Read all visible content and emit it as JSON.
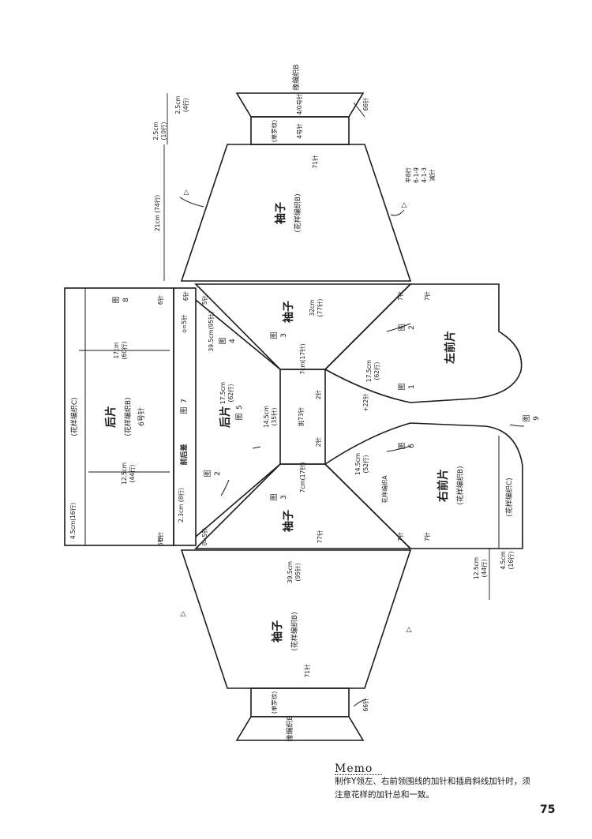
{
  "pieces": {
    "back": {
      "name": "后片",
      "pattern": "(花样编织B)",
      "needle": "6号针",
      "border": "(花样编织C)"
    },
    "front_back_diff": {
      "name": "前后差"
    },
    "back_upper": {
      "name": "后片"
    },
    "sleeve": {
      "name": "袖子",
      "pattern": "(花样编织B)"
    },
    "left_front": {
      "name": "左前片"
    },
    "right_front": {
      "name": "右前片",
      "pattern": "(花样编织B)",
      "border": "(花样编织C)"
    },
    "cuff": {
      "name": "缘编织B",
      "rib": "(单罗纹)",
      "n4": "4号针",
      "n40": "4/0号针"
    },
    "raglan": {
      "name": "袖子"
    }
  },
  "labels": {
    "tu": "图",
    "t1": "1",
    "t2": "2",
    "t3": "3",
    "t4": "4",
    "t5": "5",
    "t6": "6",
    "t7": "7",
    "t8": "8",
    "t9": "9",
    "pattern_a": "花样编织A",
    "pick_up": "挑73针",
    "plus22": "+22针",
    "st2": "2针",
    "st5": "5针",
    "st6": "6针",
    "st7": "7针",
    "st71": "71针",
    "st66": "66针",
    "st77": "77针",
    "o5": "o=5针",
    "o0": "0=5针",
    "triangle": "△",
    "rows8": "平8行",
    "dec1": "6-1-9",
    "dec2": "4-1-3",
    "dec3": "减针"
  },
  "dims": {
    "d_25_10": "2.5cm",
    "d_25_10r": "(10行)",
    "d_25_4": "2.5cm",
    "d_25_4r": "(4行)",
    "d_21": "21cm (74行)",
    "d_45a": "4.5cm(16行)",
    "d_17": "17cm",
    "d_17r": "(60行)",
    "d_125": "12.5cm",
    "d_125r": "(44行)",
    "d_23": "2.3cm (8行)",
    "d_395": "39.5cm(95针)",
    "d_395b": "39.5cm",
    "d_395br": "(95针)",
    "d_175": "17.5cm",
    "d_175r": "(62行)",
    "d_145": "14.5cm",
    "d_145r": "(35针)",
    "d_32": "32cm",
    "d_32r": "(77针)",
    "d_7a": "7cm(17针)",
    "d_7b": "7cm(17针)",
    "d_175b": "17.5cm",
    "d_175br": "(62行)",
    "d_145b": "14.5cm",
    "d_145br": "(52行)",
    "d_125b": "12.5cm",
    "d_125br": "(44行)",
    "d_45b": "4.5cm",
    "d_45br": "(16行)"
  },
  "memo": {
    "title": "Memo",
    "line1": "制作Y领左、右前领围线的加针和插肩斜线加针时，须",
    "line2": "注意花样的加针总和一致。"
  },
  "page_number": "75"
}
